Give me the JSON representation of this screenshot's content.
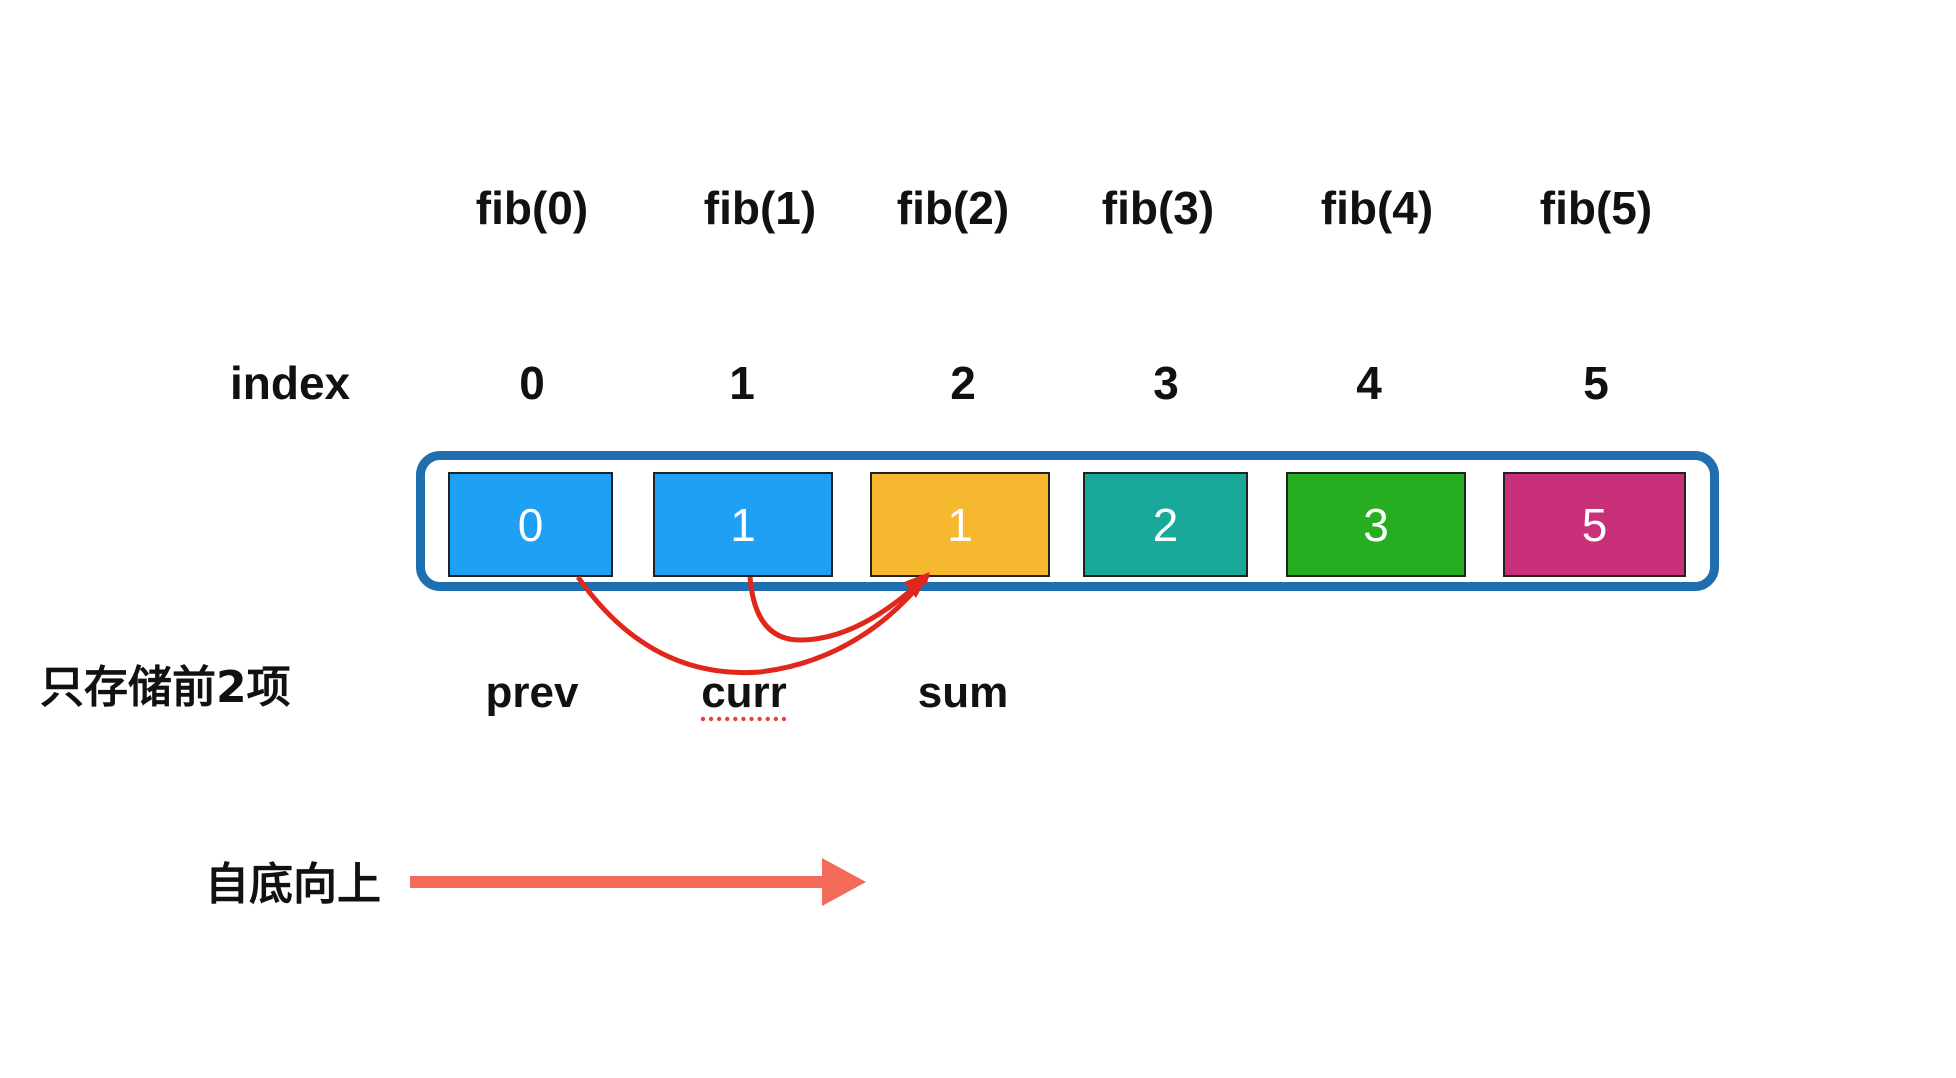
{
  "fib_labels": [
    "fib(0)",
    "fib(1)",
    "fib(2)",
    "fib(3)",
    "fib(4)",
    "fib(5)"
  ],
  "index_title": "index",
  "index_values": [
    "0",
    "1",
    "2",
    "3",
    "4",
    "5"
  ],
  "cells": [
    {
      "value": "0",
      "color": "#1ea1f5"
    },
    {
      "value": "1",
      "color": "#1ea1f5"
    },
    {
      "value": "1",
      "color": "#f5b82e"
    },
    {
      "value": "2",
      "color": "#18a99a"
    },
    {
      "value": "3",
      "color": "#27ad20"
    },
    {
      "value": "5",
      "color": "#c9307a"
    }
  ],
  "frame_color": "#1f6fb0",
  "memory_title": "只存储前2项",
  "variables": {
    "prev": "prev",
    "curr": "curr",
    "sum": "sum"
  },
  "arrow_color": "#e0271c",
  "bottom_up_title": "自底向上",
  "bottom_up_arrow_color": "#f26b5b"
}
